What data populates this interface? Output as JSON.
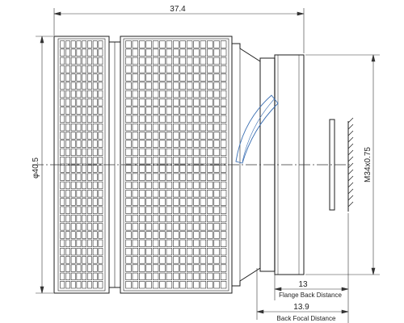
{
  "dimensions": {
    "overall_length": "37.4",
    "outer_diameter": "φ40.5",
    "thread": "M34x0.75",
    "flange_back_distance_value": "13",
    "flange_back_distance_label": "Flange Back Distance",
    "back_focal_distance_value": "13.9",
    "back_focal_distance_label": "Back Focal Distance"
  },
  "colors": {
    "line": "#1e1e1e",
    "thin": "#333333",
    "glass": "#3b6fb3",
    "background": "#ffffff"
  },
  "knurl": {
    "front_ring_rows": 30,
    "front_ring_cols": 8,
    "main_barrel_rows": 30,
    "main_barrel_cols": 15
  }
}
